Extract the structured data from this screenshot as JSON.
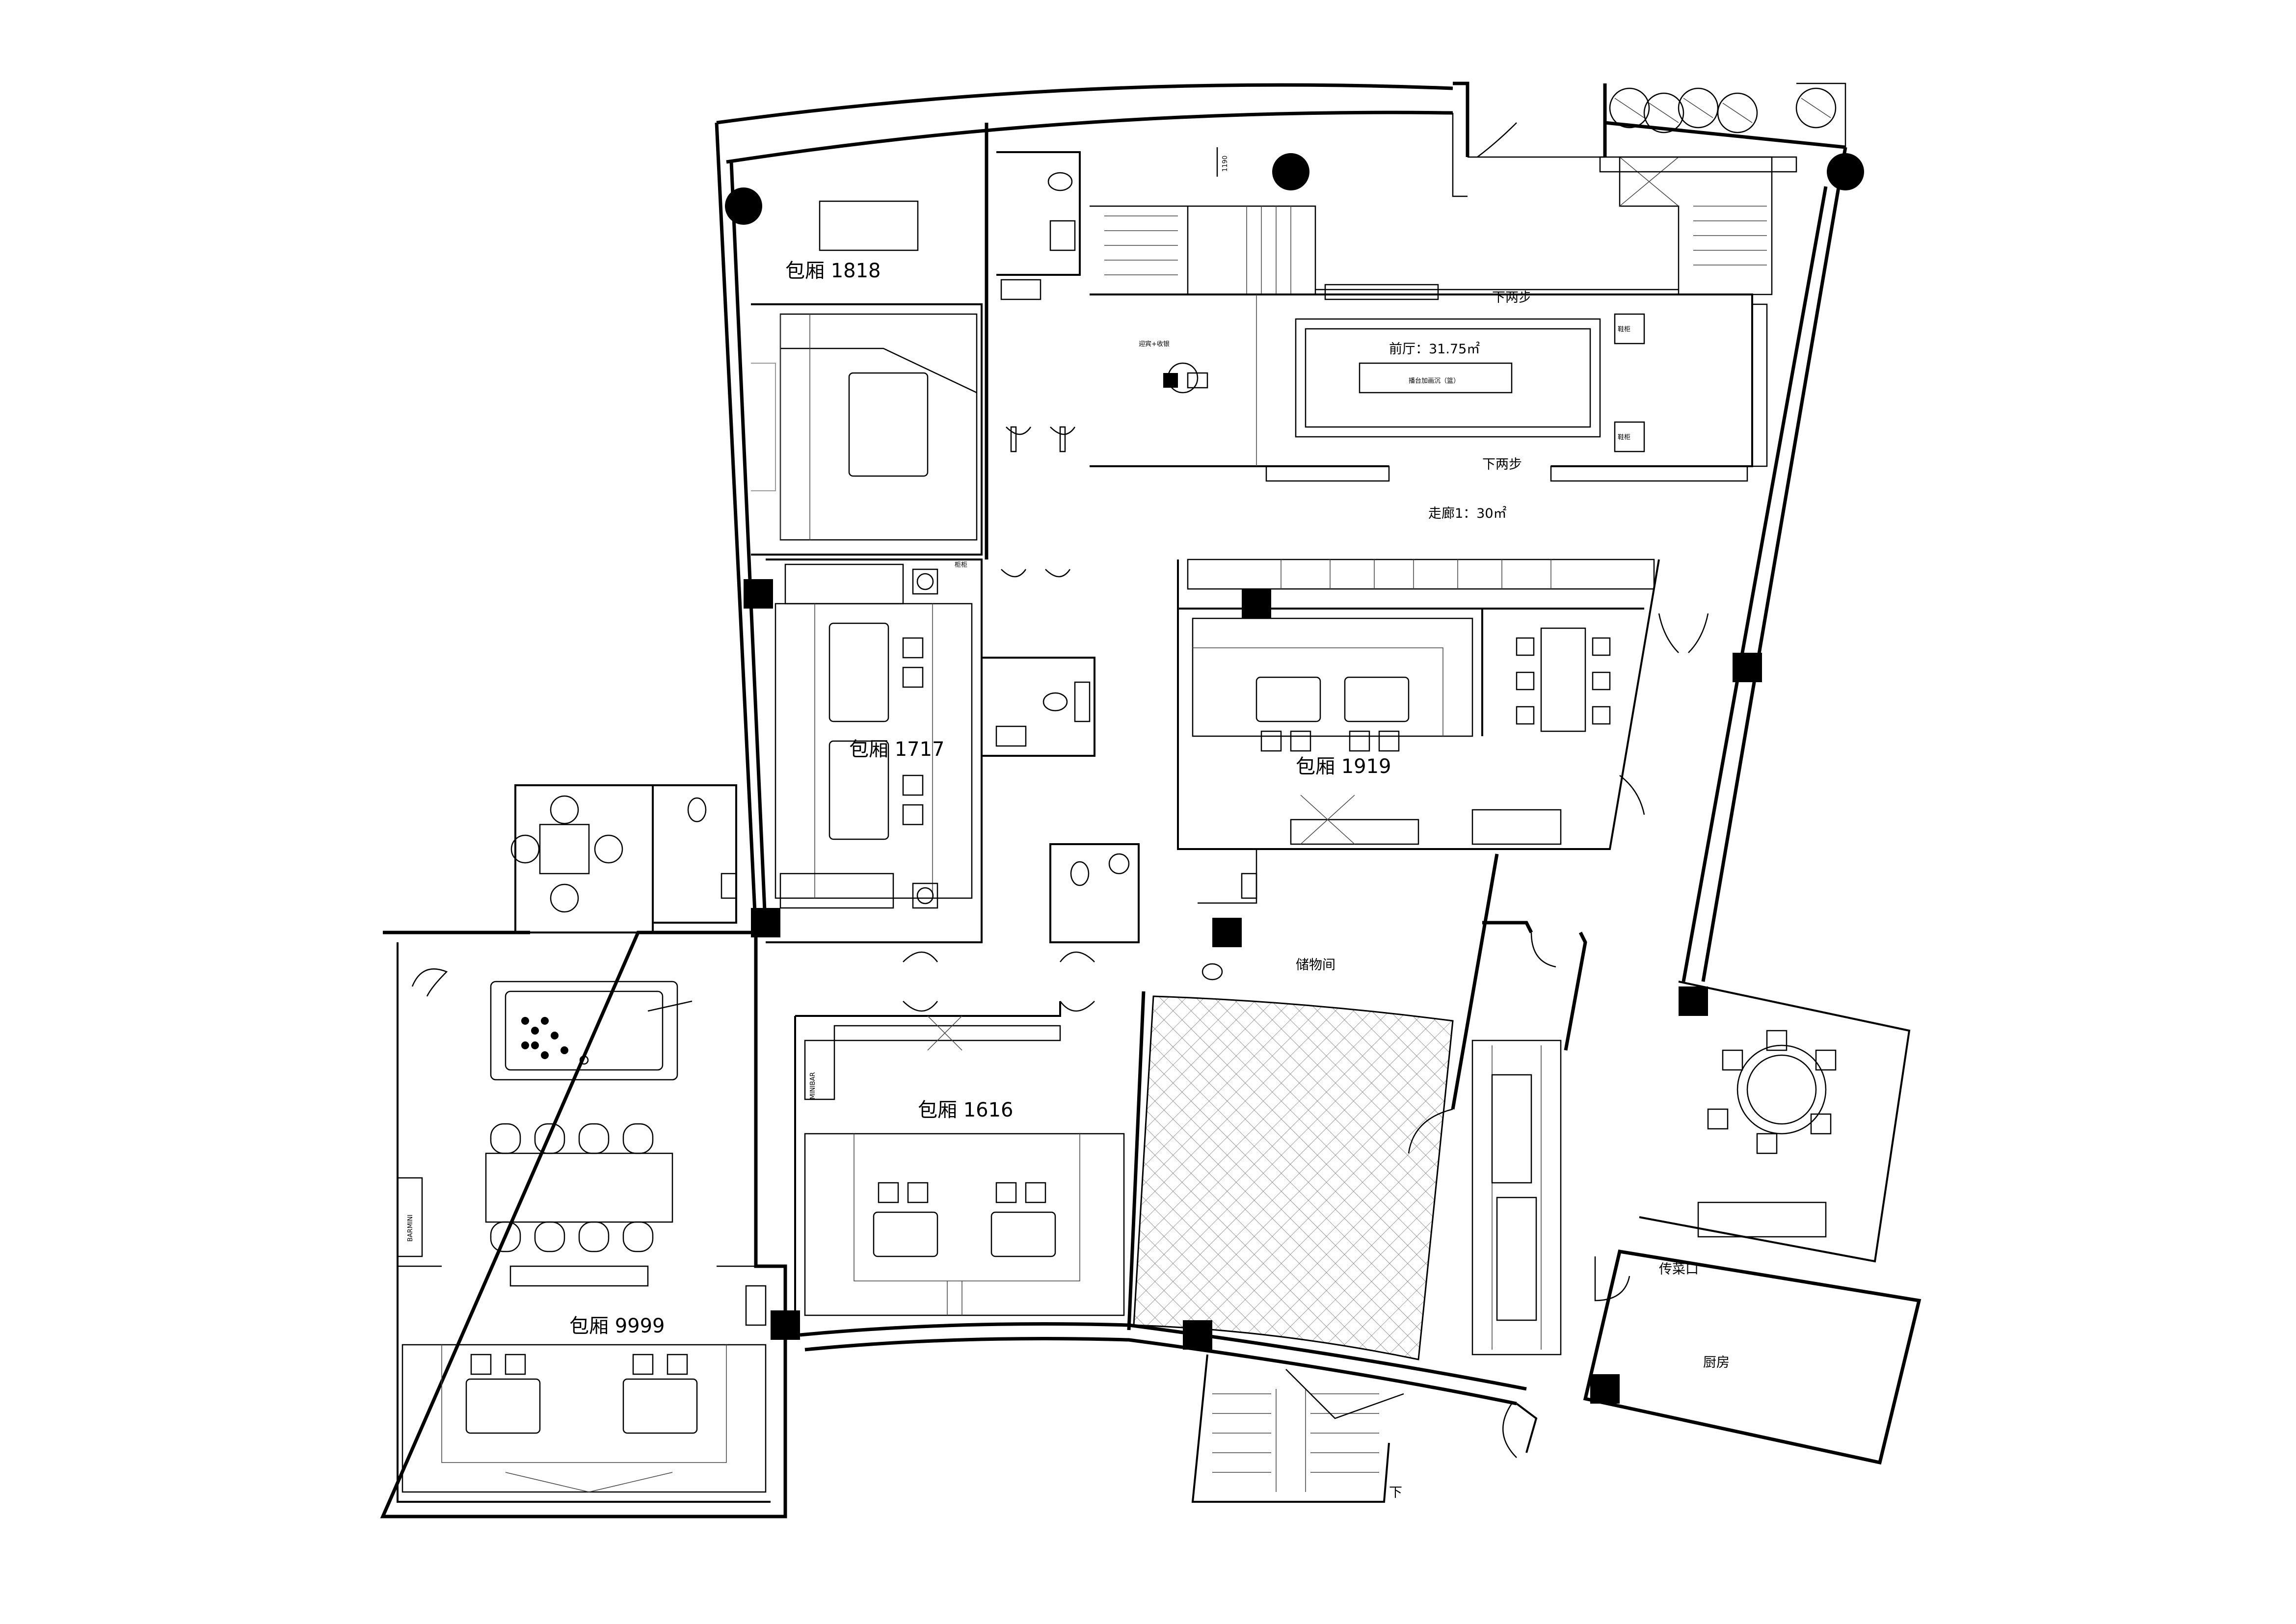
{
  "rooms": {
    "r1818": "包厢 1818",
    "r1717": "包厢 1717",
    "r1919": "包厢 1919",
    "r1616": "包厢 1616",
    "r9999": "包厢 9999"
  },
  "areas": {
    "lobby": "前厅：31.75㎡",
    "lobby_center": "播台加画沉（篮）",
    "reception": "迎宾+收银",
    "corridor": "走廊1：30㎡",
    "storage": "储物间",
    "kitchen": "厨房",
    "serving": "传菜口",
    "steps_top": "下两步",
    "steps_bottom": "下两步",
    "stair_down": "下",
    "dim_1190": "1190",
    "bar": "BARMINI",
    "bar2": "MINIBAR",
    "cabinet": "柜柜",
    "shoe_a": "鞋柜",
    "shoe_b": "鞋柜"
  }
}
